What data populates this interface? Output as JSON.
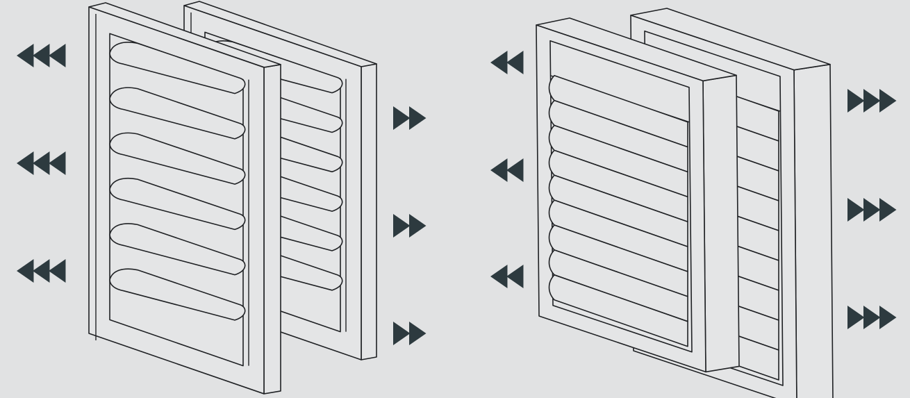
{
  "colors": {
    "background": "#e1e2e3",
    "louver_fill": "#e4e5e6",
    "line": "#1f2124",
    "arrow": "#2d3a3f"
  },
  "panels": {
    "left": {
      "name": "open-louver-panels",
      "blade_style": "open",
      "panel_count": 2,
      "blades_per_panel": 6,
      "inflow_arrows": {
        "rows": 3,
        "per_row": 3,
        "direction": "left"
      },
      "outflow_arrows": {
        "rows": 3,
        "per_row": 2,
        "direction": "right"
      }
    },
    "right": {
      "name": "closed-louver-panels",
      "blade_style": "closed",
      "panel_count": 2,
      "blades_per_panel": 9,
      "inflow_arrows": {
        "rows": 3,
        "per_row": 2,
        "direction": "left"
      },
      "outflow_arrows": {
        "rows": 3,
        "per_row": 3,
        "direction": "right"
      }
    }
  }
}
